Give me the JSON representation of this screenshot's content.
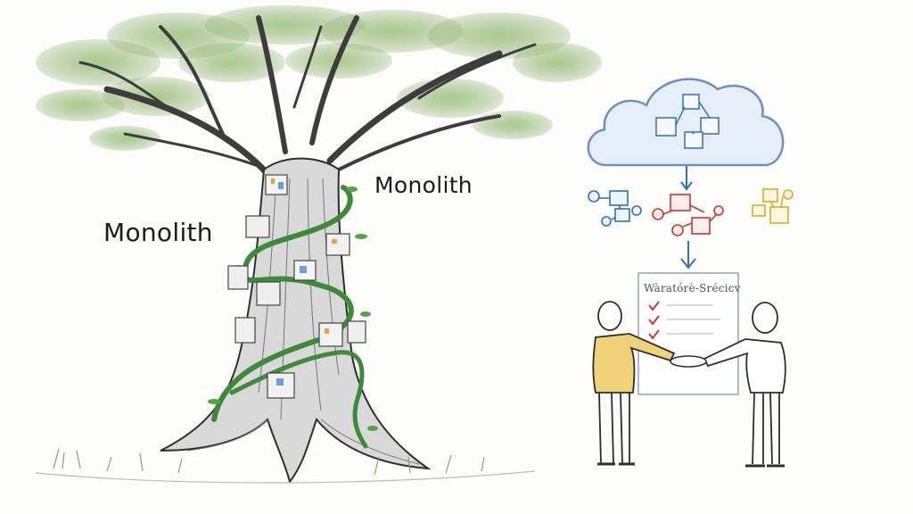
{
  "labels": {
    "monolith_left": "Monolith",
    "monolith_right": "Monolith",
    "board_title": "Wàratórè-Srécicv"
  },
  "icons": [
    "tree-icon",
    "vine-icon",
    "cloud-icon",
    "arrow-down-icon",
    "handshake-icon",
    "checkmark-icon",
    "microservice-icon"
  ],
  "colors": {
    "ink": "#2e2e2e",
    "leaf": "#7fa65a",
    "vine": "#3f8a3a",
    "cloud_stroke": "#6c8fc4",
    "cloud_fill": "#e6eef9",
    "cluster_blue": "#2f6fc2",
    "cluster_red": "#c8382f",
    "cluster_yellow": "#e2a91e",
    "shirt": "#f0d27a",
    "check": "#c8382f"
  }
}
